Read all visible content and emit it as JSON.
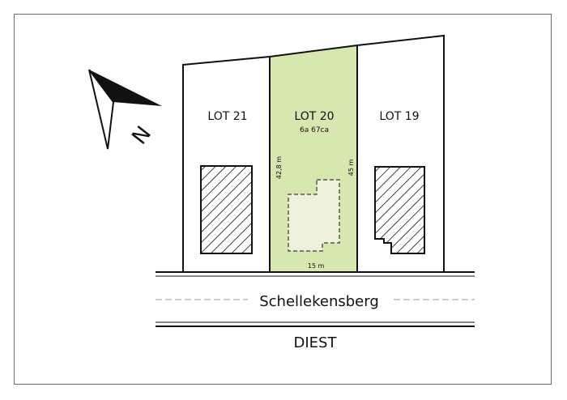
{
  "lots": [
    {
      "id": "lot-21",
      "label": "LOT 21"
    },
    {
      "id": "lot-20",
      "label": "LOT 20",
      "area": "6a 67ca",
      "highlighted": true
    },
    {
      "id": "lot-19",
      "label": "LOT 19"
    }
  ],
  "dimensions": {
    "left_depth": "42,8 m",
    "right_depth": "45 m",
    "frontage": "15 m"
  },
  "street": {
    "name": "Schellekensberg"
  },
  "town": {
    "name": "DIEST"
  },
  "north_label": "N",
  "colors": {
    "highlight_fill": "#d8e6b0",
    "building_fill": "#eef2dc",
    "line": "#111111",
    "frame": "#6b6b6b",
    "road_dash": "#bdbdbd"
  }
}
